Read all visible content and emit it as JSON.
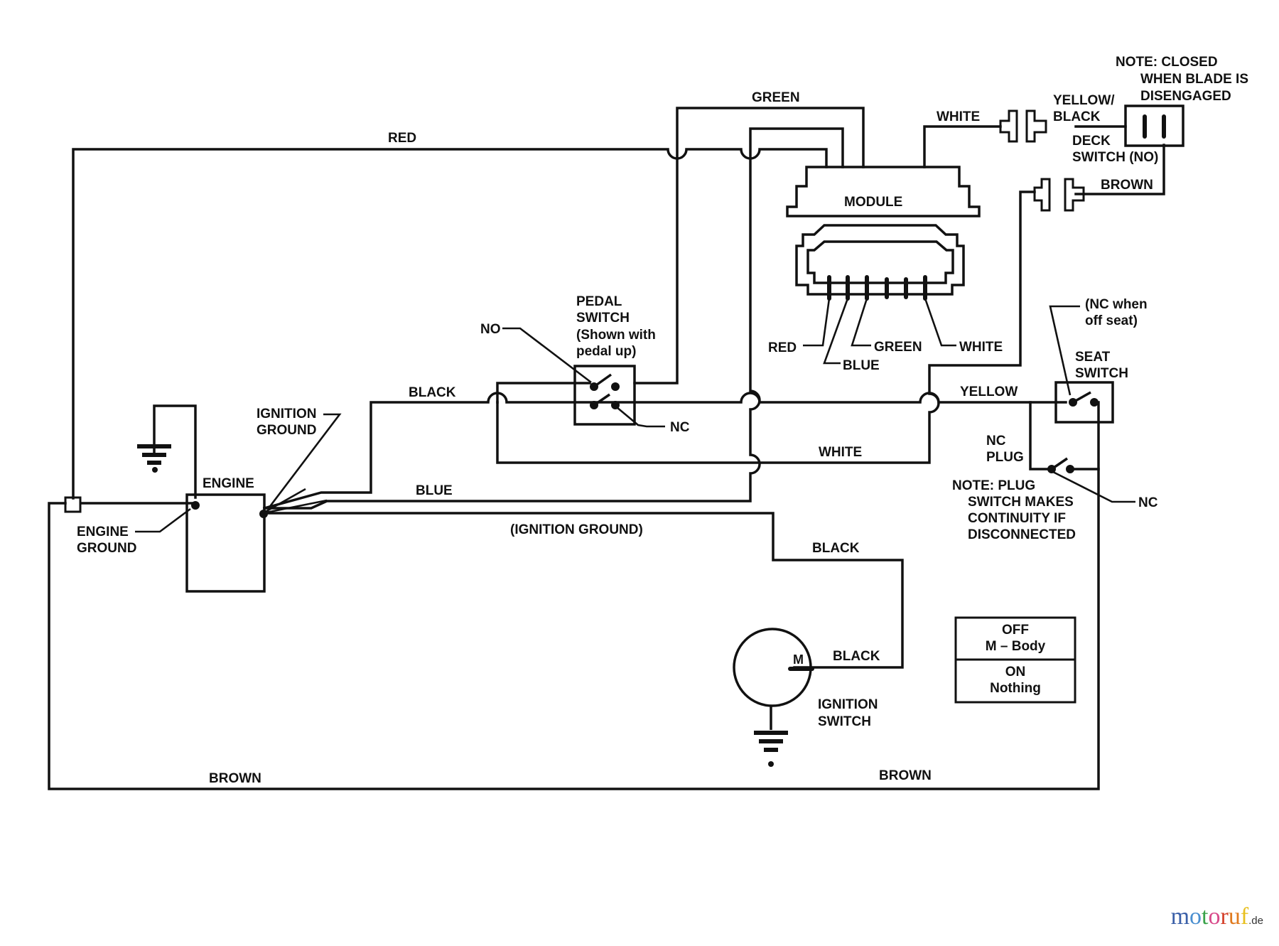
{
  "title": "Wiring schematic",
  "wire_labels": {
    "red_top": "RED",
    "green_top": "GREEN",
    "white_top": "WHITE",
    "yellow_black": [
      "YELLOW/",
      "BLACK"
    ],
    "brown_deck": "BROWN",
    "black_pedal": "BLACK",
    "white_mid": "WHITE",
    "blue_mid": "BLUE",
    "yellow_mid": "YELLOW",
    "ignition_ground_paren": "(IGNITION GROUND)",
    "black_ign_upper": "BLACK",
    "black_ign_lower": "BLACK",
    "brown_bottom_left": "BROWN",
    "brown_bottom_right": "BROWN"
  },
  "module": {
    "label": "MODULE",
    "pins": {
      "red": "RED",
      "blue": "BLUE",
      "green": "GREEN",
      "white": "WHITE"
    }
  },
  "deck_switch": {
    "label": [
      "DECK",
      "SWITCH (NO)"
    ],
    "note": [
      "NOTE:   CLOSED",
      "WHEN BLADE IS",
      "DISENGAGED"
    ]
  },
  "pedal_switch": {
    "label": [
      "PEDAL",
      "SWITCH",
      "(Shown with",
      "pedal up)"
    ],
    "no": "NO",
    "nc": "NC"
  },
  "seat_switch": {
    "label": [
      "SEAT",
      "SWITCH"
    ],
    "note": [
      "(NC when",
      "off seat)"
    ]
  },
  "plug": {
    "label": [
      "NC",
      "PLUG"
    ],
    "nc": "NC",
    "note": [
      "NOTE:   PLUG",
      "SWITCH MAKES",
      "CONTINUITY IF",
      "DISCONNECTED"
    ]
  },
  "engine": {
    "label": "ENGINE",
    "engine_ground": [
      "ENGINE",
      "GROUND"
    ],
    "ignition_ground": [
      "IGNITION",
      "GROUND"
    ]
  },
  "ignition_switch": {
    "terminal": "M",
    "label": [
      "IGNITION",
      "SWITCH"
    ]
  },
  "state_table": [
    {
      "state": "OFF",
      "connection": "M – Body"
    },
    {
      "state": "ON",
      "connection": "Nothing"
    }
  ],
  "watermark": {
    "letters": [
      {
        "ch": "m",
        "color": "#3a5fa8"
      },
      {
        "ch": "o",
        "color": "#4a8fd0"
      },
      {
        "ch": "t",
        "color": "#3aa34a"
      },
      {
        "ch": "o",
        "color": "#d84a8a"
      },
      {
        "ch": "r",
        "color": "#d4412b"
      },
      {
        "ch": "u",
        "color": "#e07a1e"
      },
      {
        "ch": "f",
        "color": "#e8c020"
      }
    ],
    "suffix": ".de"
  }
}
